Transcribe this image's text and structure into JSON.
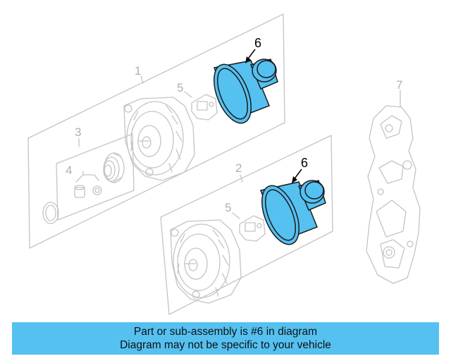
{
  "diagram": {
    "callouts": {
      "c1": "1",
      "c2": "2",
      "c3": "3",
      "c4": "4",
      "c5a": "5",
      "c5b": "5",
      "c6a": "6",
      "c6b": "6",
      "c7": "7"
    },
    "highlight_part": "6",
    "colors": {
      "highlight_fill": "#55c1f1",
      "highlight_stroke": "#1a1a1a",
      "line_gray": "#c4c4c4",
      "label_gray": "#b0b0b0"
    }
  },
  "banner": {
    "line1": "Part or sub-assembly is #6 in diagram",
    "line2": "Diagram may not be specific to your vehicle",
    "color": "#55c1f1"
  }
}
